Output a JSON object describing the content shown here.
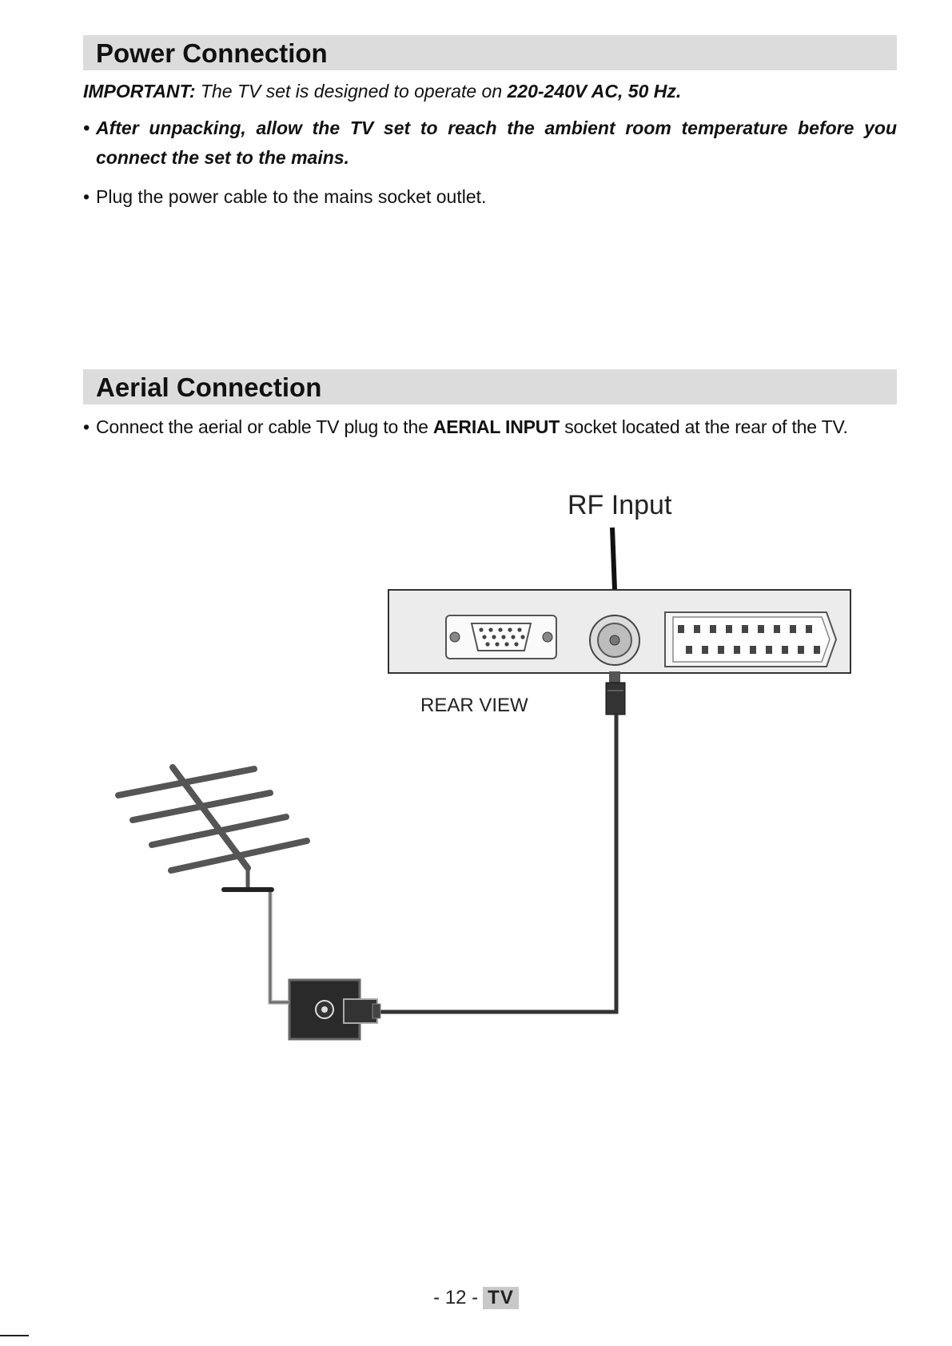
{
  "power": {
    "heading": "Power Connection",
    "important_label": "IMPORTANT:",
    "important_text": " The TV set is designed to operate on ",
    "important_spec": "220-240V AC, 50 Hz.",
    "bullet1": "After unpacking, allow the TV set to reach the ambient room temperature before you connect the set to the mains.",
    "bullet2": "Plug the power cable to the mains socket outlet."
  },
  "aerial": {
    "heading": "Aerial Connection",
    "text_before": "Connect the aerial or cable TV plug to the ",
    "text_bold": "AERIAL INPUT",
    "text_after": " socket located at the rear of the TV."
  },
  "diagram": {
    "rf_label": "RF Input",
    "rear_label": "REAR VIEW"
  },
  "footer": {
    "page": "- 12 -",
    "lang": "TV"
  }
}
